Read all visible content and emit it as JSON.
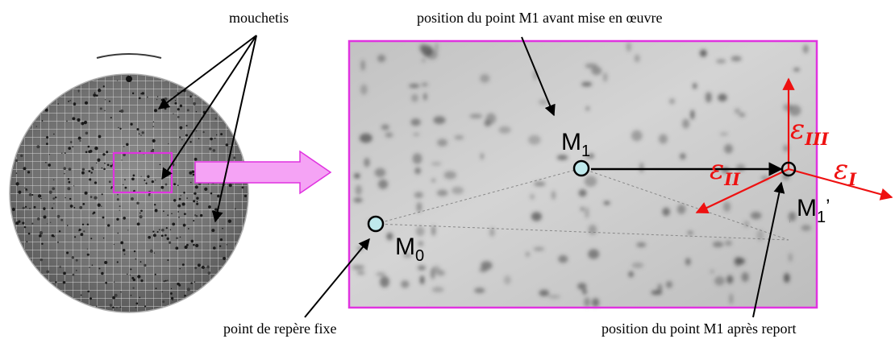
{
  "annotations": {
    "speckle": "mouchetis",
    "m1_before": "position du point M1 avant mise en œuvre",
    "fixed_point": "point de repère fixe",
    "m1_after": "position du point M1 après report"
  },
  "points": {
    "m0": {
      "base": "M",
      "sub": "0"
    },
    "m1": {
      "base": "M",
      "sub": "1"
    },
    "m1_prime": {
      "base": "M",
      "sub": "1",
      "suffix": "’"
    }
  },
  "strains": {
    "e1": {
      "symbol": "ε",
      "sub": "I"
    },
    "e2": {
      "symbol": "ε",
      "sub": "II"
    },
    "e3": {
      "symbol": "ε",
      "sub": "III"
    }
  },
  "colors": {
    "frame_magenta": "#e033e0",
    "arrow_pink": "#f5a3f5",
    "strain_red": "#ee1111",
    "point_fill": "#bfe9ec",
    "ink": "#000000"
  }
}
